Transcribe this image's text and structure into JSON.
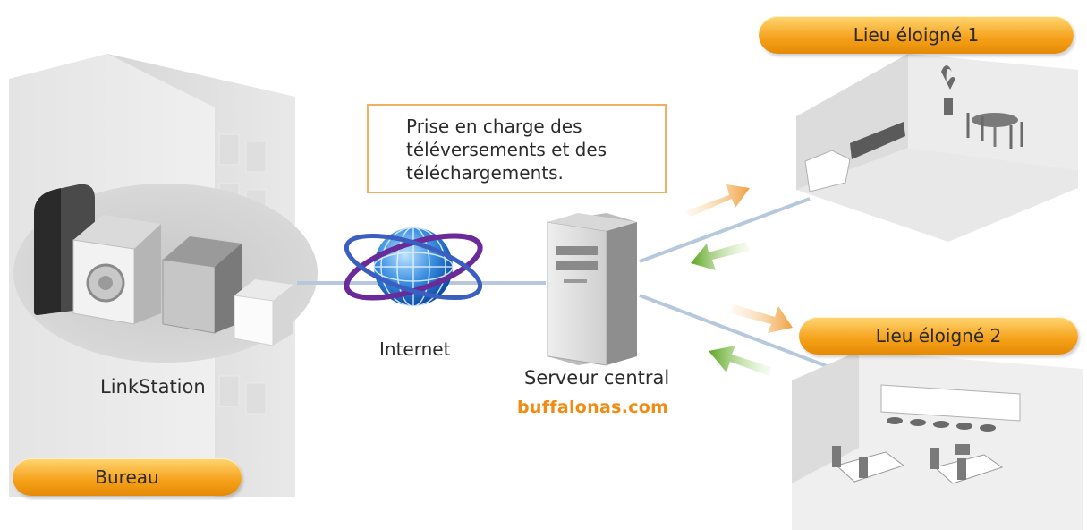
{
  "callout": {
    "lines": [
      "Prise en charge des",
      "téléversements et des",
      "téléchargements."
    ]
  },
  "nodes": {
    "linkstation": "LinkStation",
    "internet": "Internet",
    "server": "Serveur central",
    "server_domain": "buffalonas.com"
  },
  "locations": {
    "office": "Bureau",
    "remote1": "Lieu éloigné 1",
    "remote2": "Lieu éloigné 2"
  },
  "colors": {
    "upload_arrow": "#f0a040",
    "download_arrow": "#6ab02a",
    "link_line": "#b8c8dc",
    "pill": "#f5a018",
    "brand": "#f08c14"
  }
}
